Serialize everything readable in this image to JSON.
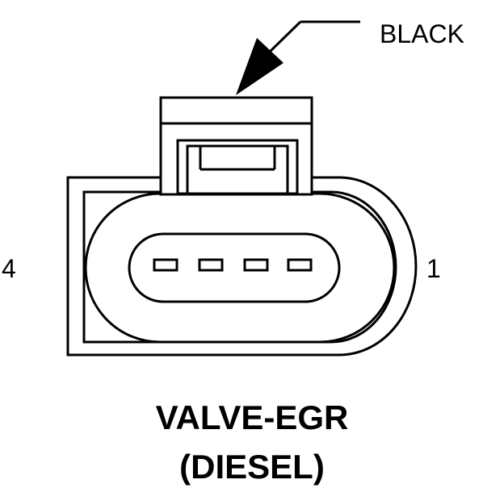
{
  "diagram": {
    "callout_label": "BLACK",
    "pin_labels": {
      "left": "4",
      "right": "1"
    },
    "title": {
      "line1": "VALVE-EGR",
      "line2": "(DIESEL)"
    },
    "colors": {
      "stroke": "#000000",
      "background": "#ffffff"
    }
  }
}
